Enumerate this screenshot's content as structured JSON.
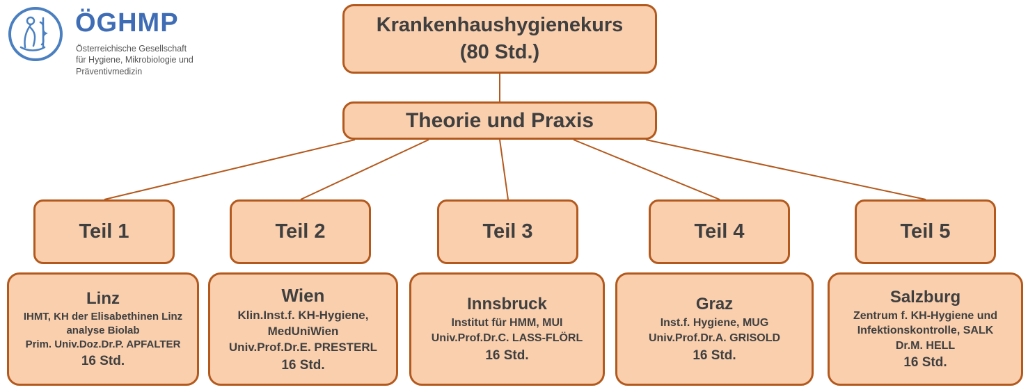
{
  "logo": {
    "acronym": "ÖGHMP",
    "subtitle_line1": "Österreichische Gesellschaft",
    "subtitle_line2": "für Hygiene, Mikrobiologie und",
    "subtitle_line3": "Präventivmedizin"
  },
  "root": {
    "line1": "Krankenhaushygienekurs",
    "line2": "(80 Std.)"
  },
  "level2": {
    "label": "Theorie und Praxis"
  },
  "parts": [
    {
      "label": "Teil 1",
      "city": "Linz",
      "lines": [
        "IHMT, KH der Elisabethinen Linz",
        "analyse Biolab",
        "Prim. Univ.Doz.Dr.P. APFALTER"
      ],
      "hours": "16 Std."
    },
    {
      "label": "Teil 2",
      "city": "Wien",
      "lines": [
        "Klin.Inst.f. KH-Hygiene,",
        "MedUniWien",
        "Univ.Prof.Dr.E. PRESTERL"
      ],
      "hours": "16 Std."
    },
    {
      "label": "Teil 3",
      "city": "Innsbruck",
      "lines": [
        "Institut für HMM, MUI",
        "Univ.Prof.Dr.C. LASS-FLÖRL"
      ],
      "hours": "16 Std."
    },
    {
      "label": "Teil 4",
      "city": "Graz",
      "lines": [
        "Inst.f. Hygiene, MUG",
        "Univ.Prof.Dr.A. GRISOLD"
      ],
      "hours": "16 Std."
    },
    {
      "label": "Teil 5",
      "city": "Salzburg",
      "lines": [
        "Zentrum f. KH-Hygiene und",
        "Infektionskontrolle, SALK",
        "Dr.M. HELL"
      ],
      "hours": "16 Std."
    }
  ],
  "colors": {
    "box_fill": "#f9cfae",
    "box_border": "#b3591d",
    "text": "#3f3f3f",
    "logo_blue": "#4a7fc0"
  }
}
